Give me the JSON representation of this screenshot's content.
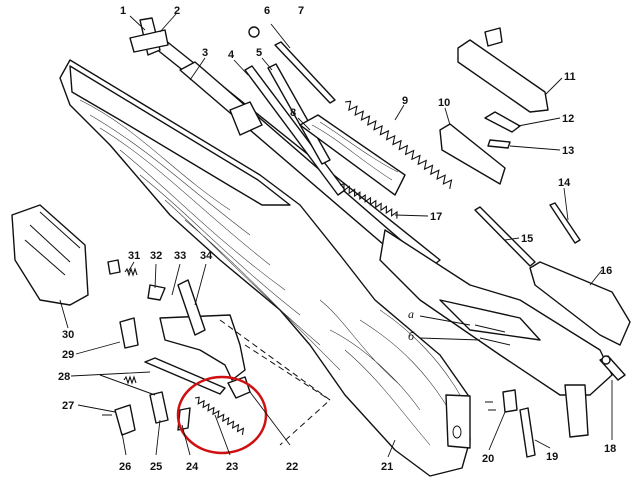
{
  "diagram": {
    "parts": [
      {
        "id": "1",
        "label": "1"
      },
      {
        "id": "2",
        "label": "2"
      },
      {
        "id": "3",
        "label": "3"
      },
      {
        "id": "4",
        "label": "4"
      },
      {
        "id": "5",
        "label": "5"
      },
      {
        "id": "6",
        "label": "6"
      },
      {
        "id": "7",
        "label": "7"
      },
      {
        "id": "8",
        "label": "8"
      },
      {
        "id": "9",
        "label": "9"
      },
      {
        "id": "10",
        "label": "10"
      },
      {
        "id": "11",
        "label": "11"
      },
      {
        "id": "12",
        "label": "12"
      },
      {
        "id": "13",
        "label": "13"
      },
      {
        "id": "14",
        "label": "14"
      },
      {
        "id": "15",
        "label": "15"
      },
      {
        "id": "16",
        "label": "16"
      },
      {
        "id": "17",
        "label": "17"
      },
      {
        "id": "18",
        "label": "18"
      },
      {
        "id": "19",
        "label": "19"
      },
      {
        "id": "20",
        "label": "20"
      },
      {
        "id": "21",
        "label": "21"
      },
      {
        "id": "22",
        "label": "22"
      },
      {
        "id": "23",
        "label": "23"
      },
      {
        "id": "24",
        "label": "24"
      },
      {
        "id": "25",
        "label": "25"
      },
      {
        "id": "26",
        "label": "26"
      },
      {
        "id": "27",
        "label": "27"
      },
      {
        "id": "28",
        "label": "28"
      },
      {
        "id": "29",
        "label": "29"
      },
      {
        "id": "30",
        "label": "30"
      },
      {
        "id": "31",
        "label": "31"
      },
      {
        "id": "32",
        "label": "32"
      },
      {
        "id": "33",
        "label": "33"
      },
      {
        "id": "34",
        "label": "34"
      },
      {
        "id": "a",
        "label": "а"
      },
      {
        "id": "b",
        "label": "б"
      }
    ],
    "highlight": {
      "color": "#d01010",
      "encircles": [
        "23",
        "24"
      ]
    }
  }
}
